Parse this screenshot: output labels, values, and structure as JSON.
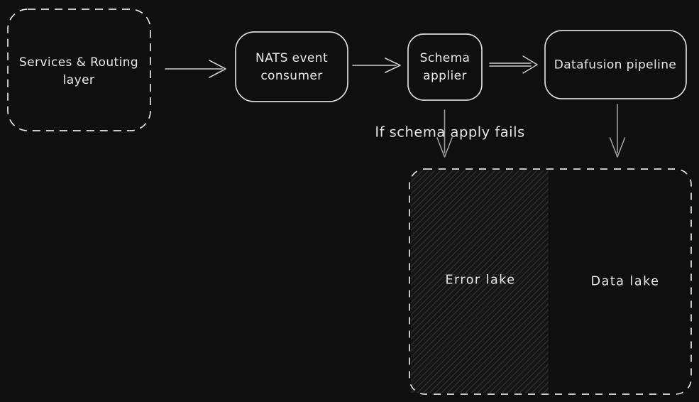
{
  "canvas": {
    "background_color": "#0f0f0f",
    "stroke_color": "#e4e4e4",
    "box_stroke_color": "#d9d9d9",
    "arrow_color": "#cfcfcf",
    "vertical_arrow_color": "#9e9e9e",
    "hatch_color": "#2e2e2e",
    "hatch_base_color": "#151515",
    "text_color": "#e9e9e9"
  },
  "nodes": {
    "services": {
      "line1": "Services & Routing",
      "line2": "layer",
      "shape": "dashed-rounded-rect"
    },
    "nats": {
      "line1": "NATS event",
      "line2": "consumer",
      "shape": "rounded-rect"
    },
    "schema": {
      "line1": "Schema",
      "line2": "applier",
      "shape": "rounded-rect"
    },
    "datafusion": {
      "label": "Datafusion pipeline",
      "shape": "rounded-rect"
    },
    "lake_container": {
      "shape": "dashed-rounded-rect"
    },
    "error_lake": {
      "label": "Error lake",
      "fill": "diagonal-hatch"
    },
    "data_lake": {
      "label": "Data lake"
    }
  },
  "annotations": {
    "fail_condition": "If schema apply fails"
  },
  "edges": [
    {
      "from": "services",
      "to": "nats",
      "type": "arrow"
    },
    {
      "from": "nats",
      "to": "schema",
      "type": "arrow"
    },
    {
      "from": "schema",
      "to": "datafusion",
      "type": "arrow"
    },
    {
      "from": "schema",
      "to": "error_lake",
      "type": "arrow",
      "label": "If schema apply fails"
    },
    {
      "from": "datafusion",
      "to": "data_lake",
      "type": "arrow"
    }
  ]
}
